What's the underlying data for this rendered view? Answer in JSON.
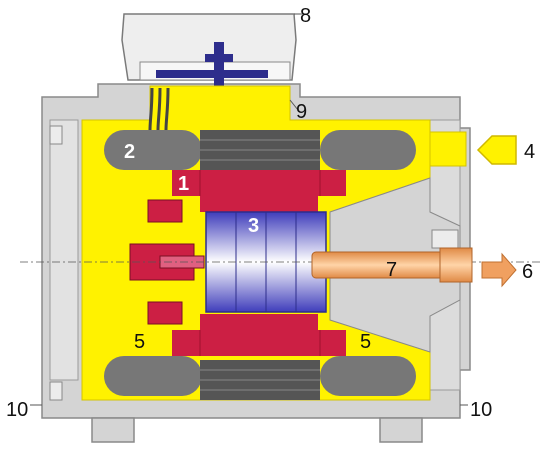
{
  "labels": {
    "l1": "1",
    "l2": "2",
    "l3": "3",
    "l4": "4",
    "l5a": "5",
    "l5b": "5",
    "l6": "6",
    "l7": "7",
    "l8": "8",
    "l9": "9",
    "l10a": "10",
    "l10b": "10"
  },
  "colors": {
    "housing": "#d4d4d4",
    "housing_stroke": "#8a8a8a",
    "coolant": "#fff200",
    "stator_red": "#cc1f44",
    "dark_gray": "#777777",
    "rotor_blue": "#5c5ad1",
    "flange_blue": "#2d2d8c",
    "pipe_orange": "#f0a060",
    "cover_gray": "#eeeeee"
  }
}
